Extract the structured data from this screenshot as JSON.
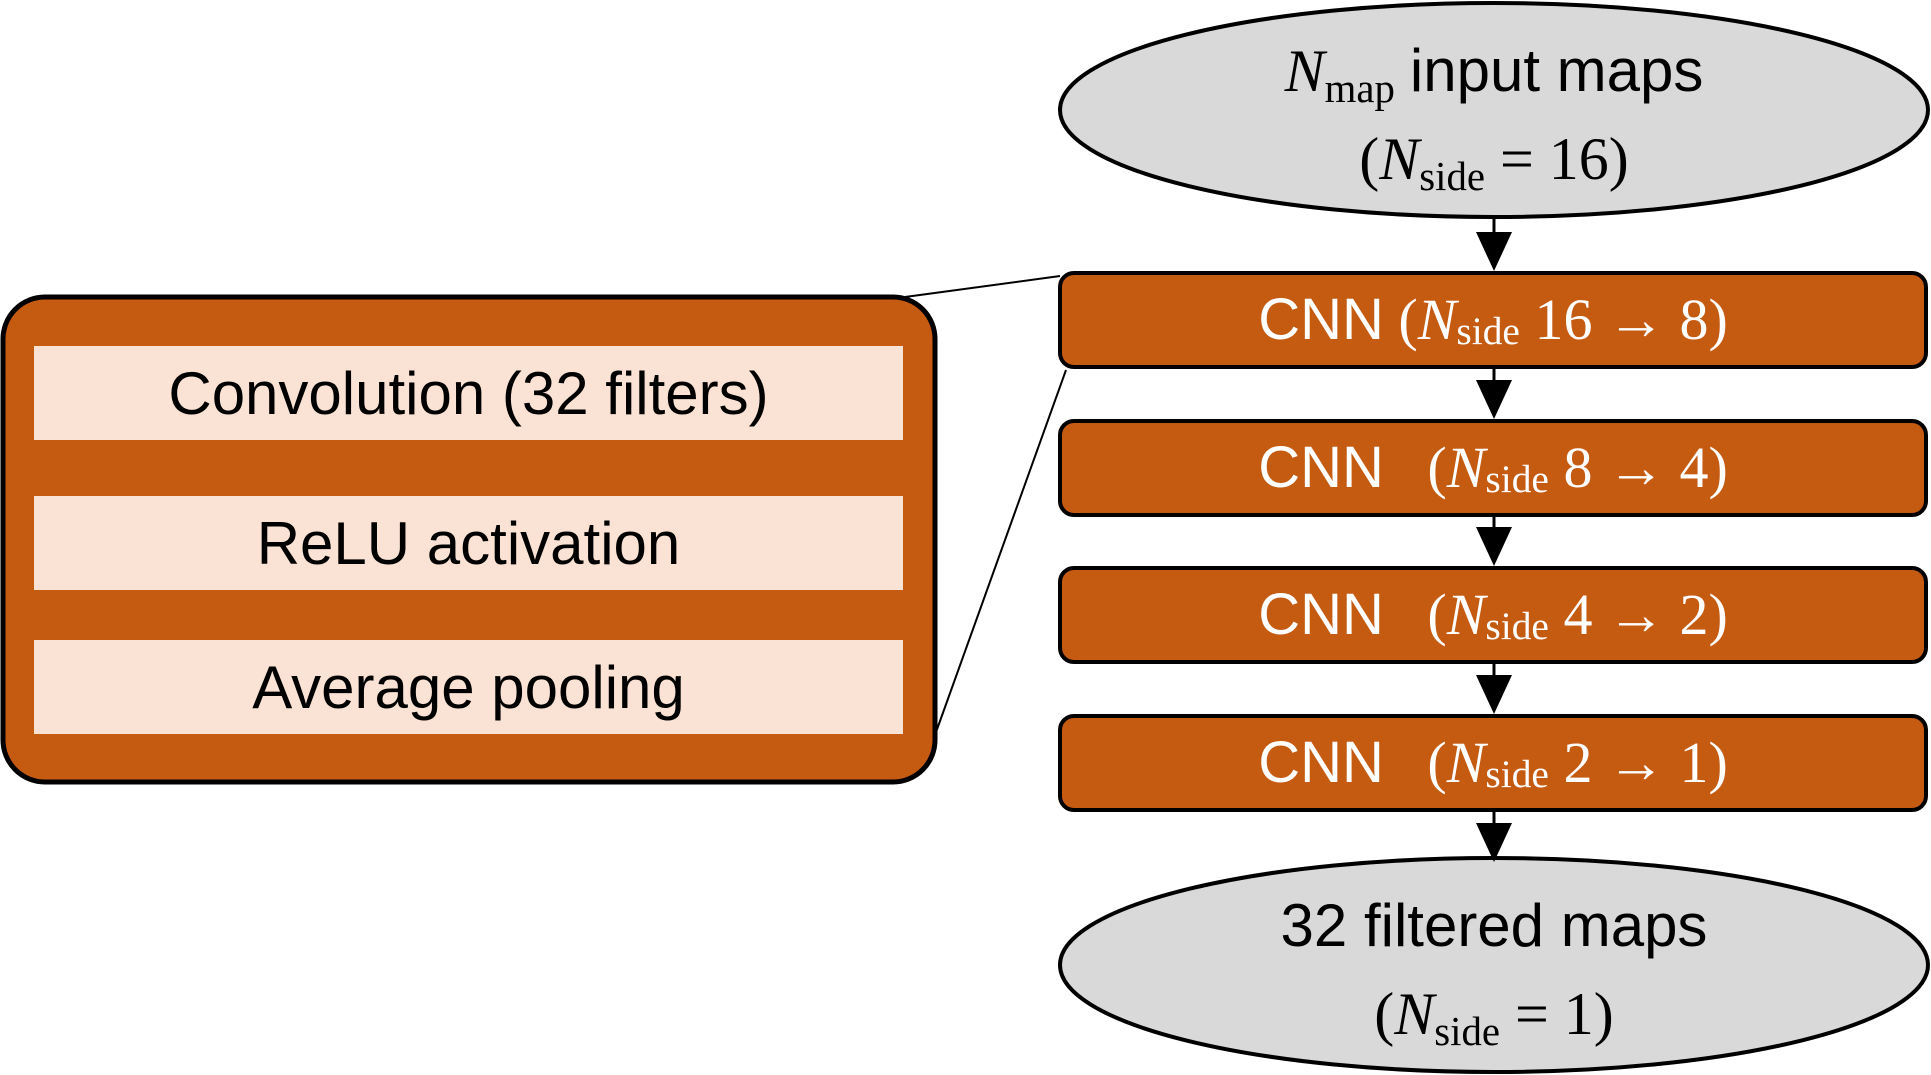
{
  "diagram": {
    "input_node": {
      "line1_symbol": "N",
      "line1_subscript": "map",
      "line1_text": "input maps",
      "line2_open": "(",
      "line2_symbol": "N",
      "line2_subscript": "side",
      "line2_rest": " = 16)"
    },
    "cnn_blocks": [
      {
        "label": "CNN",
        "open": "(",
        "symbol": "N",
        "subscript": "side",
        "transition": "16 → 8)"
      },
      {
        "label": "CNN",
        "open": "(",
        "symbol": "N",
        "subscript": "side",
        "transition": "8 → 4)"
      },
      {
        "label": "CNN",
        "open": "(",
        "symbol": "N",
        "subscript": "side",
        "transition": "4 → 2)"
      },
      {
        "label": "CNN",
        "open": "(",
        "symbol": "N",
        "subscript": "side",
        "transition": "2 → 1)"
      }
    ],
    "output_node": {
      "line1_text": "32 filtered maps",
      "line2_open": "(",
      "line2_symbol": "N",
      "line2_subscript": "side",
      "line2_rest": " = 1)"
    },
    "detail_panel": {
      "layers": [
        "Convolution (32 filters)",
        "ReLU activation",
        "Average pooling"
      ]
    },
    "colors": {
      "cnn_fill": "#c55a11",
      "panel_fill": "#c55a11",
      "layer_fill": "#fae3d5",
      "ellipse_fill": "#d9d9d9",
      "stroke": "#000000",
      "cnn_text": "#ffffff"
    }
  }
}
